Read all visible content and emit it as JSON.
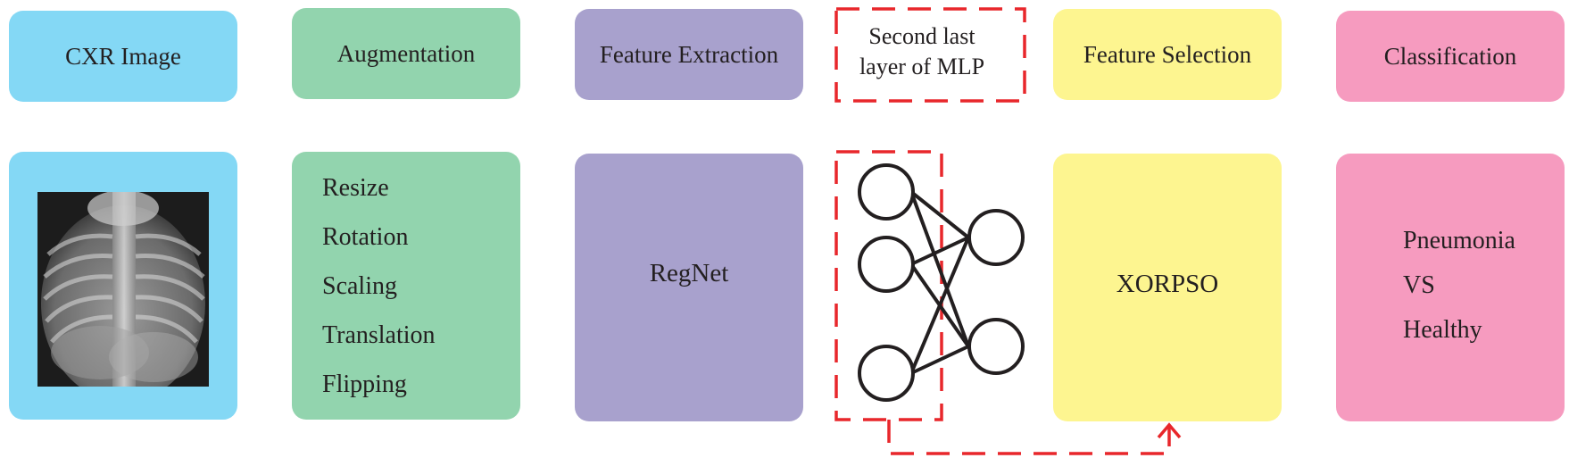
{
  "stages": {
    "cxr": {
      "header": "CXR Image"
    },
    "augmentation": {
      "header": "Augmentation",
      "items": [
        "Resize",
        "Rotation",
        "Scaling",
        "Translation",
        "Flipping"
      ]
    },
    "feature_extraction": {
      "header": "Feature Extraction",
      "model": "RegNet"
    },
    "mlp": {
      "label_line1": "Second last",
      "label_line2": "layer of MLP"
    },
    "feature_selection": {
      "header": "Feature Selection",
      "method": "XORPSO"
    },
    "classification": {
      "header": "Classification",
      "items": [
        "Pneumonia",
        "VS",
        "Healthy"
      ]
    }
  },
  "colors": {
    "cxr": "#84d8f5",
    "augmentation": "#92d4ae",
    "feature_extraction": "#a8a1cd",
    "feature_selection": "#fdf590",
    "classification": "#f69bbf",
    "dashed_highlight": "#e8272b"
  },
  "icons": [
    "chest-xray-image",
    "mlp-network-diagram",
    "dashed-flow-arrow"
  ]
}
